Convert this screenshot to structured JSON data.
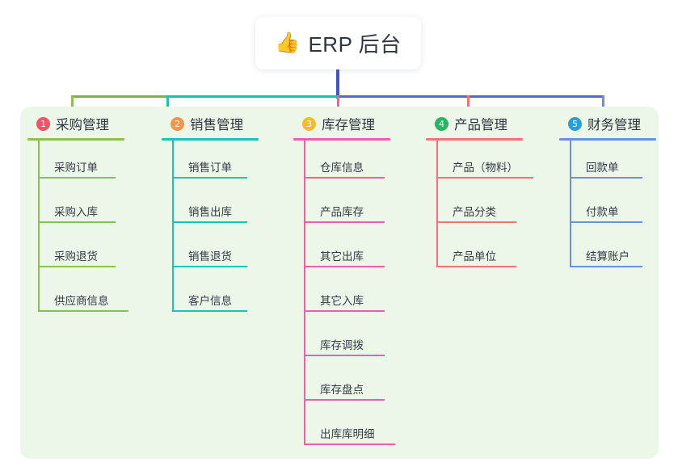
{
  "title": {
    "icon": "thumbs-up-icon",
    "icon_glyph": "👍",
    "text": "ERP 后台"
  },
  "panel": {
    "background": "#edf7e9"
  },
  "connector": {
    "stem_color": "#4355c4",
    "segments": [
      {
        "name": "green",
        "color": "#7cb342"
      },
      {
        "name": "teal",
        "color": "#15c2a8"
      },
      {
        "name": "blue",
        "color": "#5766d6"
      }
    ]
  },
  "columns": [
    {
      "number": "1",
      "badge_color": "#f4526b",
      "line_color": "#8cc152",
      "title": "采购管理",
      "rule_width": 120,
      "items": [
        {
          "label": "采购订单",
          "rule_width": 96
        },
        {
          "label": "采购入库",
          "rule_width": 96
        },
        {
          "label": "采购退货",
          "rule_width": 96
        },
        {
          "label": "供应商信息",
          "rule_width": 112
        }
      ]
    },
    {
      "number": "2",
      "badge_color": "#f2944b",
      "line_color": "#18c5b4",
      "title": "销售管理",
      "rule_width": 120,
      "items": [
        {
          "label": "销售订单",
          "rule_width": 93
        },
        {
          "label": "销售出库",
          "rule_width": 93
        },
        {
          "label": "销售退货",
          "rule_width": 93
        },
        {
          "label": "客户信息",
          "rule_width": 93
        }
      ]
    },
    {
      "number": "3",
      "badge_color": "#f5bc2a",
      "line_color": "#ee5fa7",
      "title": "库存管理",
      "rule_width": 120,
      "items": [
        {
          "label": "仓库信息",
          "rule_width": 100
        },
        {
          "label": "产品库存",
          "rule_width": 100
        },
        {
          "label": "其它出库",
          "rule_width": 100
        },
        {
          "label": "其它入库",
          "rule_width": 100
        },
        {
          "label": "库存调拨",
          "rule_width": 100
        },
        {
          "label": "库存盘点",
          "rule_width": 100
        },
        {
          "label": "出库库明细",
          "rule_width": 113
        }
      ]
    },
    {
      "number": "4",
      "badge_color": "#26b562",
      "line_color": "#f2717b",
      "title": "产品管理",
      "rule_width": 120,
      "items": [
        {
          "label": "产品（物料）",
          "rule_width": 120
        },
        {
          "label": "产品分类",
          "rule_width": 99
        },
        {
          "label": "产品单位",
          "rule_width": 99
        }
      ]
    },
    {
      "number": "5",
      "badge_color": "#1fa3e0",
      "line_color": "#6e8ede",
      "title": "财务管理",
      "rule_width": 120,
      "items": [
        {
          "label": "回款单",
          "rule_width": 90
        },
        {
          "label": "付款单",
          "rule_width": 90
        },
        {
          "label": "结算账户",
          "rule_width": 90
        }
      ]
    }
  ]
}
